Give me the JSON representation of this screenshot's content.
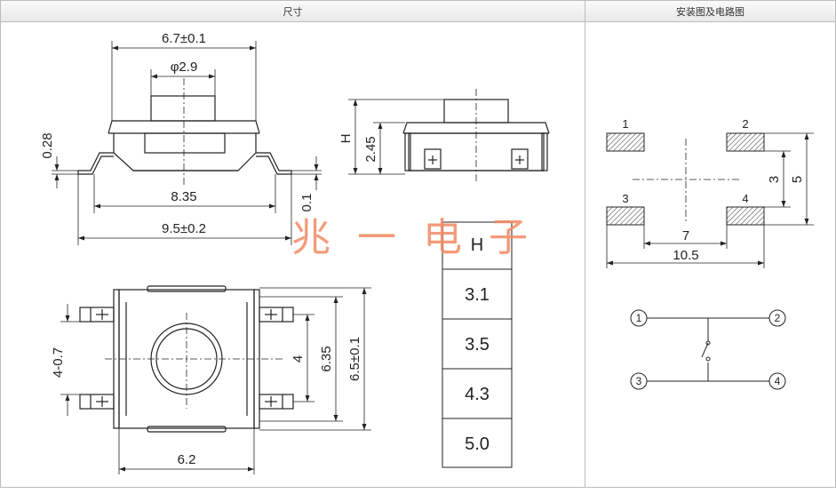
{
  "headers": {
    "dimensions": "尺寸",
    "mounting": "安装图及电路图"
  },
  "side_view": {
    "top_width": "6.7±0.1",
    "plunger_dia": "φ2.9",
    "lead_thickness": "0.28",
    "body_span": "8.35",
    "total_span": "9.5±0.2",
    "standoff": "0.1"
  },
  "front_view": {
    "height_label": "H",
    "body_height": "2.45"
  },
  "top_view": {
    "lead_pitch": "4-0.7",
    "pad_gap": "4",
    "inner_width": "6.35",
    "outer_width": "6.5±0.1",
    "body_width": "6.2"
  },
  "height_table": {
    "header": "H",
    "values": [
      "3.1",
      "3.5",
      "4.3",
      "5.0"
    ]
  },
  "watermark": "兆一电子",
  "footprint": {
    "pads": [
      "1",
      "2",
      "3",
      "4"
    ],
    "pad_pitch_y": "3",
    "overall_y": "5",
    "inner_x": "7",
    "overall_x": "10.5"
  },
  "circuit": {
    "terminals": [
      "1",
      "2",
      "3",
      "4"
    ]
  }
}
